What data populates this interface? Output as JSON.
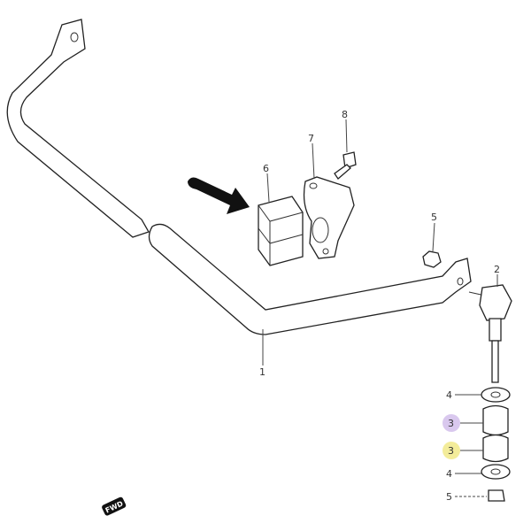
{
  "diagram": {
    "colors": {
      "line": "#222222",
      "highlight_purple": "#d9c8ee",
      "highlight_yellow": "#f3ec9a",
      "arrow": "#111111"
    },
    "callouts": [
      {
        "id": "stabilizer-bar",
        "label": "1"
      },
      {
        "id": "stabilizer-link",
        "label": "2"
      },
      {
        "id": "link-bushing-upper",
        "label": "3",
        "highlight": "purple"
      },
      {
        "id": "link-bushing-lower",
        "label": "3",
        "highlight": "yellow"
      },
      {
        "id": "washer-upper",
        "label": "4"
      },
      {
        "id": "washer-lower",
        "label": "4"
      },
      {
        "id": "nut-upper",
        "label": "5"
      },
      {
        "id": "nut-lower",
        "label": "5"
      },
      {
        "id": "bar-bushing",
        "label": "6"
      },
      {
        "id": "bushing-bracket",
        "label": "7"
      },
      {
        "id": "bracket-bolt",
        "label": "8"
      }
    ],
    "fwd_mark": "FWD",
    "pointer_arrow": "arrow-right-icon"
  }
}
